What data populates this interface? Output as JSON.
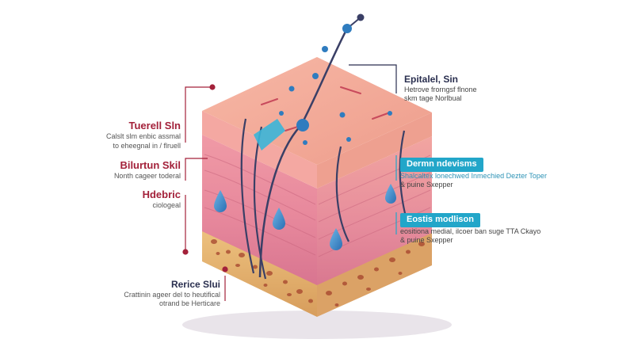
{
  "colors": {
    "accent_red": "#a3213a",
    "accent_blue": "#22a6c9",
    "navy": "#2a2f4f",
    "skin_top": "#f3a898",
    "dermis": "#e98fa0",
    "fat_layer": "#e2b070",
    "droplet": "#3a86c8"
  },
  "icons": [
    "droplet-icon",
    "hair-follicle-icon"
  ],
  "left_labels": [
    {
      "title": "Tuerell Sln",
      "lines": [
        "Calslt slm enbic assmal",
        "to eheegnal in / flruell"
      ]
    },
    {
      "title": "Bilurtun Skil",
      "lines": [
        "Nonth cageer toderal"
      ]
    },
    {
      "title": "Hdebric",
      "lines": [
        "ciologeal"
      ]
    },
    {
      "title": "Rerice Slui",
      "lines": [
        "Crattinin ageer del to heutifical",
        "otrand be Herticare"
      ]
    }
  ],
  "right_labels": [
    {
      "title": "Epitalel, Sin",
      "lines": [
        "Hetrove frorngsf flnone",
        "skm tage Norlbual"
      ]
    },
    {
      "title": "Dermn ndevisms",
      "lines": [
        "Shalcaltex lonechwed Inmechied Dezter Toper",
        "& puine Sxepper"
      ]
    },
    {
      "title": "Eostis modlison",
      "lines": [
        "eositiona medial, ilcoer ban suge TTA Ckayo",
        "& puine Sxepper"
      ]
    }
  ]
}
